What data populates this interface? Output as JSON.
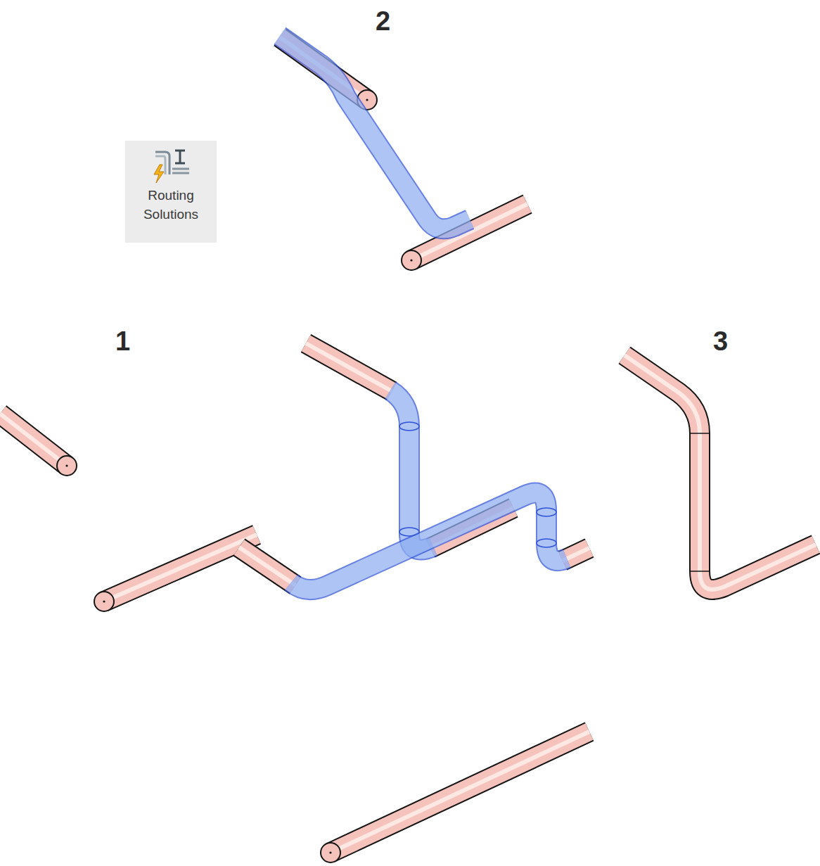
{
  "diagram": {
    "nodes": [
      {
        "text": [
          "Routing Solutions"
        ]
      }
    ],
    "labels": [
      "2",
      "1",
      "3"
    ]
  }
}
